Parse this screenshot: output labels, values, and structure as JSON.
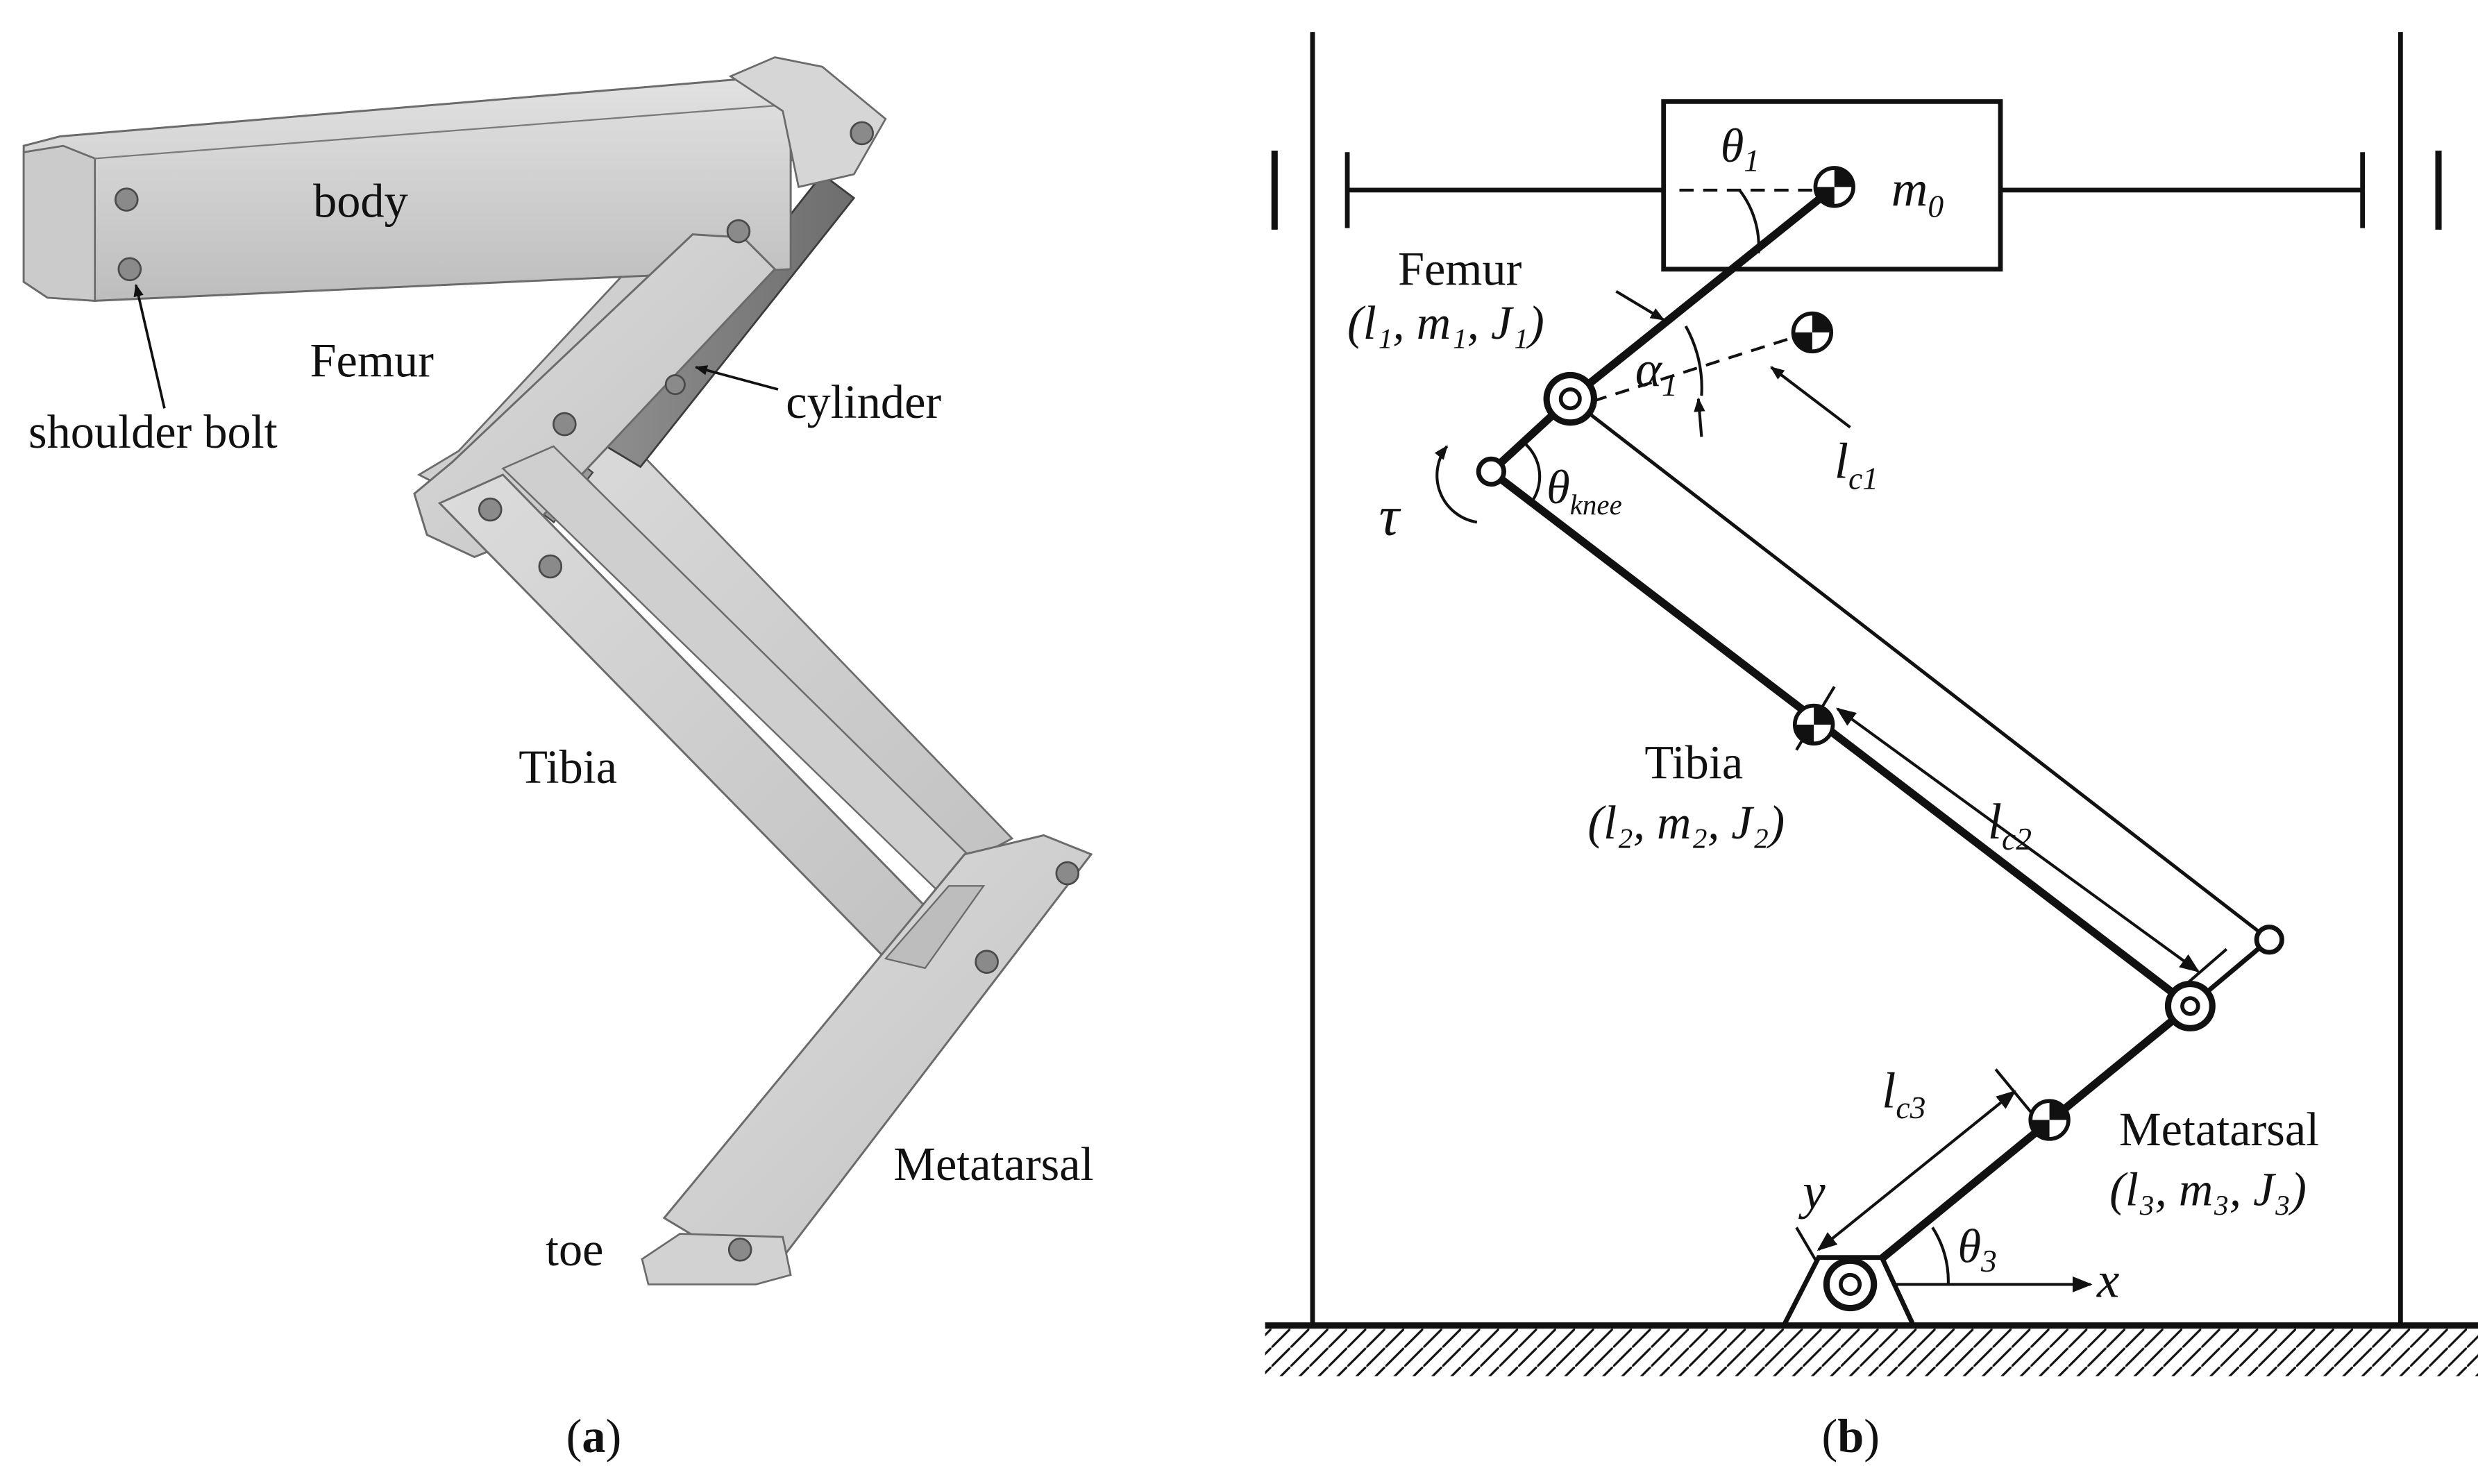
{
  "panel_a": {
    "labels": {
      "body": "body",
      "femur": "Femur",
      "shoulder_bolt": "shoulder bolt",
      "cylinder": "cylinder",
      "tibia": "Tibia",
      "metatarsal": "Metatarsal",
      "toe": "toe"
    },
    "caption_open": "(",
    "caption_letter": "a",
    "caption_close": ")"
  },
  "panel_b": {
    "theta1": {
      "base": "θ",
      "sub": "1"
    },
    "m0": {
      "base": "m",
      "sub": "0"
    },
    "femur": {
      "name": "Femur",
      "params": "(l₁, m₁, J₁)"
    },
    "alpha1": {
      "base": "α",
      "sub": "1"
    },
    "lc1": {
      "base": "l",
      "sub": "c1"
    },
    "tau": "τ",
    "theta_knee": {
      "base": "θ",
      "sub": "knee"
    },
    "tibia": {
      "name": "Tibia",
      "params": "(l₂, m₂, J₂)"
    },
    "lc2": {
      "base": "l",
      "sub": "c2"
    },
    "lc3": {
      "base": "l",
      "sub": "c3"
    },
    "metatarsal": {
      "name": "Metatarsal",
      "params": "(l₃, m₃, J₃)"
    },
    "y_axis": "y",
    "x_axis": "x",
    "theta3": {
      "base": "θ",
      "sub": "3"
    },
    "caption_open": "(",
    "caption_letter": "b",
    "caption_close": ")"
  }
}
